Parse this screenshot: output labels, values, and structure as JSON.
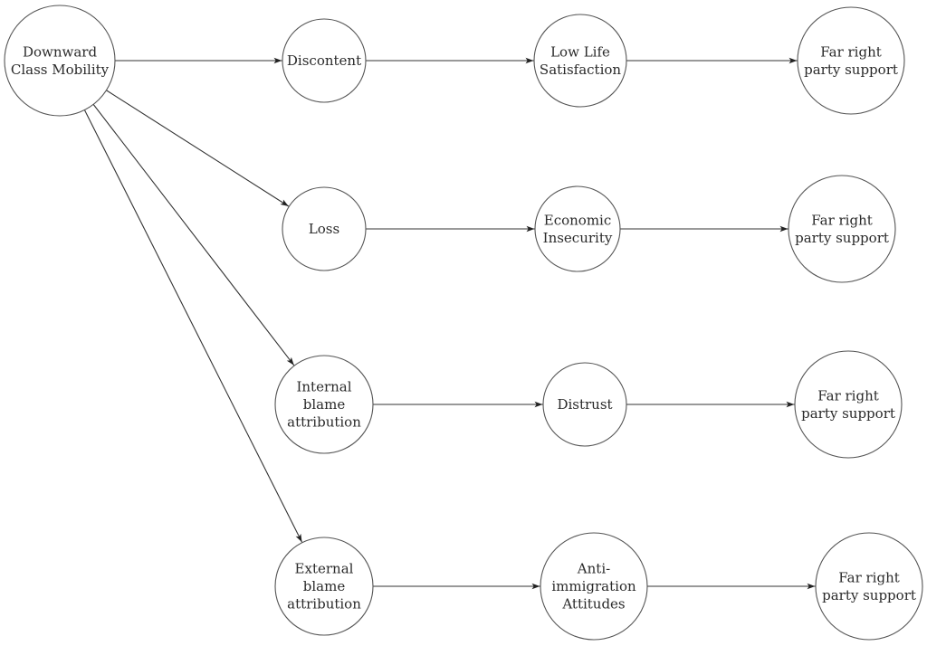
{
  "nodes": [
    {
      "id": "downward",
      "lines": [
        "Downward",
        "Class Mobility"
      ]
    },
    {
      "id": "discontent",
      "lines": [
        "Discontent"
      ]
    },
    {
      "id": "lowlife",
      "lines": [
        "Low Life",
        "Satisfaction"
      ]
    },
    {
      "id": "far1",
      "lines": [
        "Far right",
        "party support"
      ]
    },
    {
      "id": "loss",
      "lines": [
        "Loss"
      ]
    },
    {
      "id": "econ",
      "lines": [
        "Economic",
        "Insecurity"
      ]
    },
    {
      "id": "far2",
      "lines": [
        "Far right",
        "party support"
      ]
    },
    {
      "id": "internal",
      "lines": [
        "Internal",
        "blame",
        "attribution"
      ]
    },
    {
      "id": "distrust",
      "lines": [
        "Distrust"
      ]
    },
    {
      "id": "far3",
      "lines": [
        "Far right",
        "party support"
      ]
    },
    {
      "id": "external",
      "lines": [
        "External",
        "blame",
        "attribution"
      ]
    },
    {
      "id": "antiimm",
      "lines": [
        "Anti-",
        "immigration",
        "Attitudes"
      ]
    },
    {
      "id": "far4",
      "lines": [
        "Far right",
        "party support"
      ]
    }
  ],
  "edges": [
    {
      "from": "downward",
      "to": "discontent"
    },
    {
      "from": "discontent",
      "to": "lowlife"
    },
    {
      "from": "lowlife",
      "to": "far1"
    },
    {
      "from": "downward",
      "to": "loss"
    },
    {
      "from": "loss",
      "to": "econ"
    },
    {
      "from": "econ",
      "to": "far2"
    },
    {
      "from": "downward",
      "to": "internal"
    },
    {
      "from": "internal",
      "to": "distrust"
    },
    {
      "from": "distrust",
      "to": "far3"
    },
    {
      "from": "downward",
      "to": "external"
    },
    {
      "from": "external",
      "to": "antiimm"
    },
    {
      "from": "antiimm",
      "to": "far4"
    }
  ]
}
